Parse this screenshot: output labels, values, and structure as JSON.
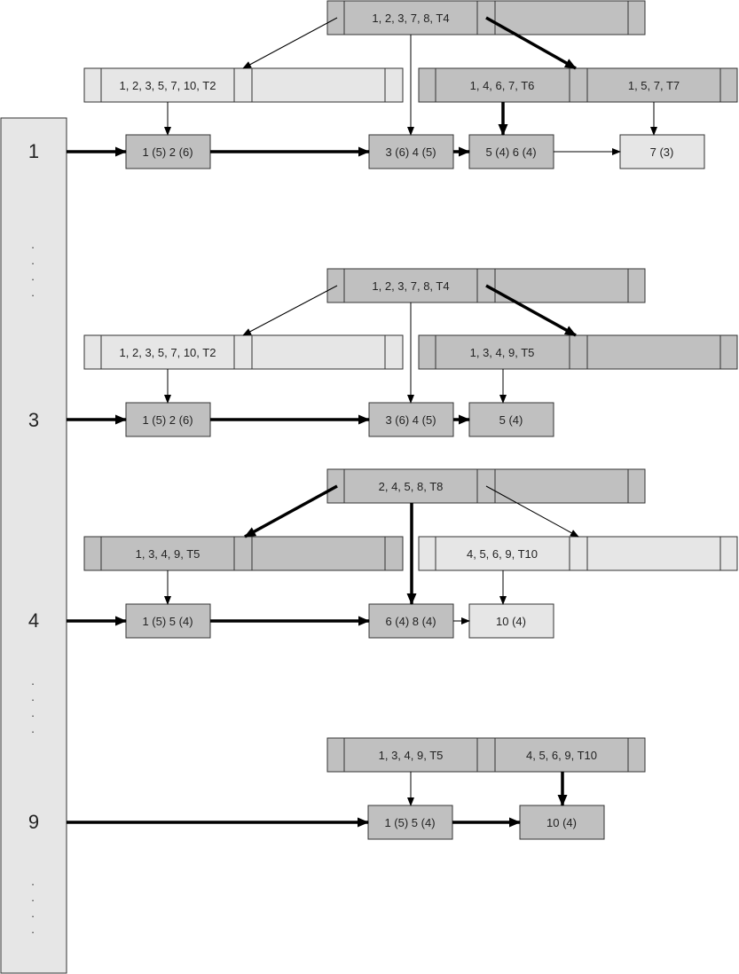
{
  "colors": {
    "dark": "#c0c0c0",
    "light": "#e6e6e6",
    "stroke": "#333333",
    "arrow": "#000000"
  },
  "sidebar": {
    "rows": [
      {
        "id": "r1",
        "label": "1"
      },
      {
        "id": "r3",
        "label": "3"
      },
      {
        "id": "r4",
        "label": "4"
      },
      {
        "id": "r9",
        "label": "9"
      }
    ],
    "ellipsis": [
      ".",
      ".",
      ".",
      "."
    ]
  },
  "groups": {
    "g1": {
      "root": {
        "cells": [
          "1, 2, 3, 7, 8, T4",
          ""
        ],
        "shade": "dark"
      },
      "left": {
        "cells": [
          "1, 2, 3, 5, 7, 10, T2",
          ""
        ],
        "shade": "light"
      },
      "right": {
        "cells": [
          "1, 4, 6, 7, T6",
          "1, 5, 7, T7"
        ],
        "shade": "dark"
      },
      "leaves": [
        {
          "id": "a",
          "text": "1 (5)   2 (6)",
          "shade": "dark"
        },
        {
          "id": "b",
          "text": "3 (6)   4 (5)",
          "shade": "dark"
        },
        {
          "id": "c",
          "text": "5 (4)   6 (4)",
          "shade": "dark"
        },
        {
          "id": "d",
          "text": "7 (3)",
          "shade": "light"
        }
      ]
    },
    "g3": {
      "root": {
        "cells": [
          "1, 2, 3, 7, 8, T4",
          ""
        ],
        "shade": "dark"
      },
      "left": {
        "cells": [
          "1, 2, 3, 5, 7, 10, T2",
          ""
        ],
        "shade": "light"
      },
      "right": {
        "cells": [
          "1, 3, 4, 9, T5",
          ""
        ],
        "shade": "dark"
      },
      "leaves": [
        {
          "id": "a",
          "text": "1 (5)   2 (6)",
          "shade": "dark"
        },
        {
          "id": "b",
          "text": "3 (6)   4 (5)",
          "shade": "dark"
        },
        {
          "id": "c",
          "text": "5 (4)",
          "shade": "dark"
        }
      ]
    },
    "g4": {
      "root": {
        "cells": [
          "2, 4, 5, 8, T8",
          ""
        ],
        "shade": "dark"
      },
      "left": {
        "cells": [
          "1, 3, 4, 9, T5",
          ""
        ],
        "shade": "dark"
      },
      "right": {
        "cells": [
          "4, 5, 6, 9, T10",
          ""
        ],
        "shade": "light"
      },
      "leaves": [
        {
          "id": "a",
          "text": "1 (5)   5 (4)",
          "shade": "dark"
        },
        {
          "id": "b",
          "text": "6 (4)   8 (4)",
          "shade": "dark"
        },
        {
          "id": "c",
          "text": "10 (4)",
          "shade": "light"
        }
      ]
    },
    "g9": {
      "root": {
        "cells": [
          "1, 3, 4, 9, T5",
          "4, 5, 6, 9, T10"
        ],
        "shade": "dark"
      },
      "leaves": [
        {
          "id": "a",
          "text": "1 (5)   5 (4)",
          "shade": "dark"
        },
        {
          "id": "b",
          "text": "10 (4)",
          "shade": "dark"
        }
      ]
    }
  }
}
